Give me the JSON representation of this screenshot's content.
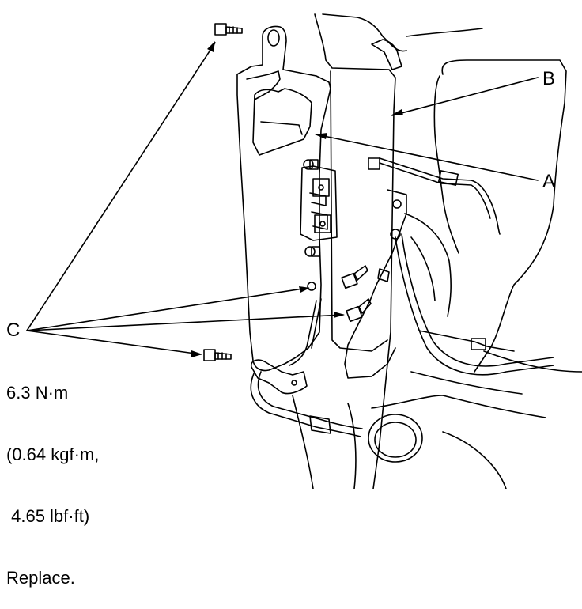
{
  "callouts": {
    "a": "A",
    "b": "B",
    "c": "C"
  },
  "spec": {
    "torque_nm": "6.3 N·m",
    "torque_kgf": "(0.64 kgf·m,",
    "torque_lbf": " 4.65 lbf·ft)",
    "note": "Replace."
  },
  "colors": {
    "line": "#000000",
    "background": "#ffffff"
  }
}
